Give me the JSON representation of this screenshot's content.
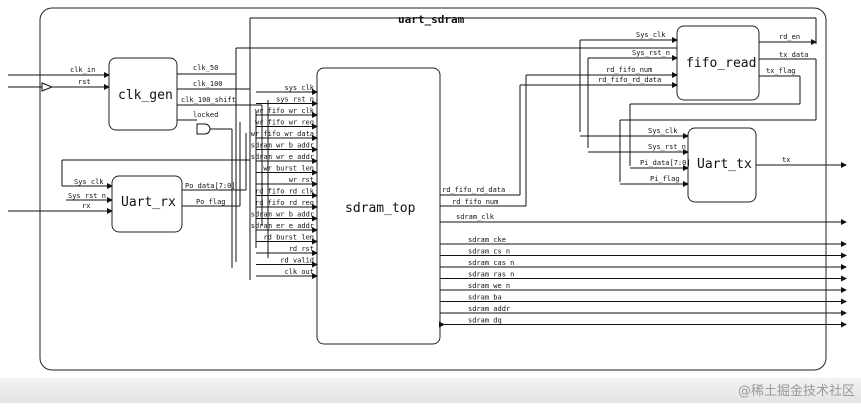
{
  "diagram": {
    "title": "uart_sdram",
    "blocks": {
      "clk_gen": "clk_gen",
      "uart_rx": "Uart_rx",
      "sdram_top": "sdram_top",
      "fifo_read": "fifo_read",
      "uart_tx": "Uart_tx"
    },
    "inputs": {
      "clk_in": "clk_in",
      "rst": "rst",
      "rx": "rx"
    },
    "clk_gen_outputs": [
      "clk_50",
      "clk_100",
      "clk_100_shift",
      "locked"
    ],
    "uart_rx_ports": {
      "sys_clk": "Sys_clk",
      "sys_rst_n": "Sys_rst_n",
      "rx": "rx",
      "po_data": "Po_data[7:0]",
      "po_flag": "Po_flag"
    },
    "sdram_top_inputs": [
      "sys_clk",
      "sys_rst_n",
      "wr_fifo_wr_clk",
      "wr_fifo_wr_req",
      "wr_fifo_wr_data",
      "sdram_wr_b_addr",
      "sdram_wr_e_addr",
      "wr_burst_len",
      "wr_rst",
      "rd_fifo_rd_clk",
      "rd_fifo_rd_req",
      "sdram_wr_b_addr",
      "sdram_er_e_addr",
      "rd_burst_len",
      "rd_rst",
      "rd_valid",
      "clk_out"
    ],
    "sdram_top_outputs": [
      "rd_fifo_rd_data",
      "rd_fifo_num",
      "sdram_clk"
    ],
    "sdram_bus": [
      "sdram_cke",
      "sdram_cs_n",
      "sdram_cas_n",
      "sdram_ras_n",
      "sdram_we_n",
      "sdram_ba",
      "sdram_addr",
      "sdram_dq"
    ],
    "fifo_read_ports": {
      "sys_clk": "Sys_clk",
      "sys_rst_n": "Sys_rst_n",
      "rd_fifo_num": "rd_fifo_num",
      "rd_fifo_rd_data": "rd_fifo_rd_data",
      "rd_en": "rd_en",
      "tx_data": "tx_data",
      "tx_flag": "tx_flag"
    },
    "uart_tx_ports": {
      "sys_clk": "Sys_clk",
      "sys_rst_n": "Sys_rst_n",
      "pi_data": "Pi_data[7:0]",
      "pi_flag": "Pi_flag",
      "tx": "tx"
    }
  },
  "watermark": "@稀土掘金技术社区"
}
